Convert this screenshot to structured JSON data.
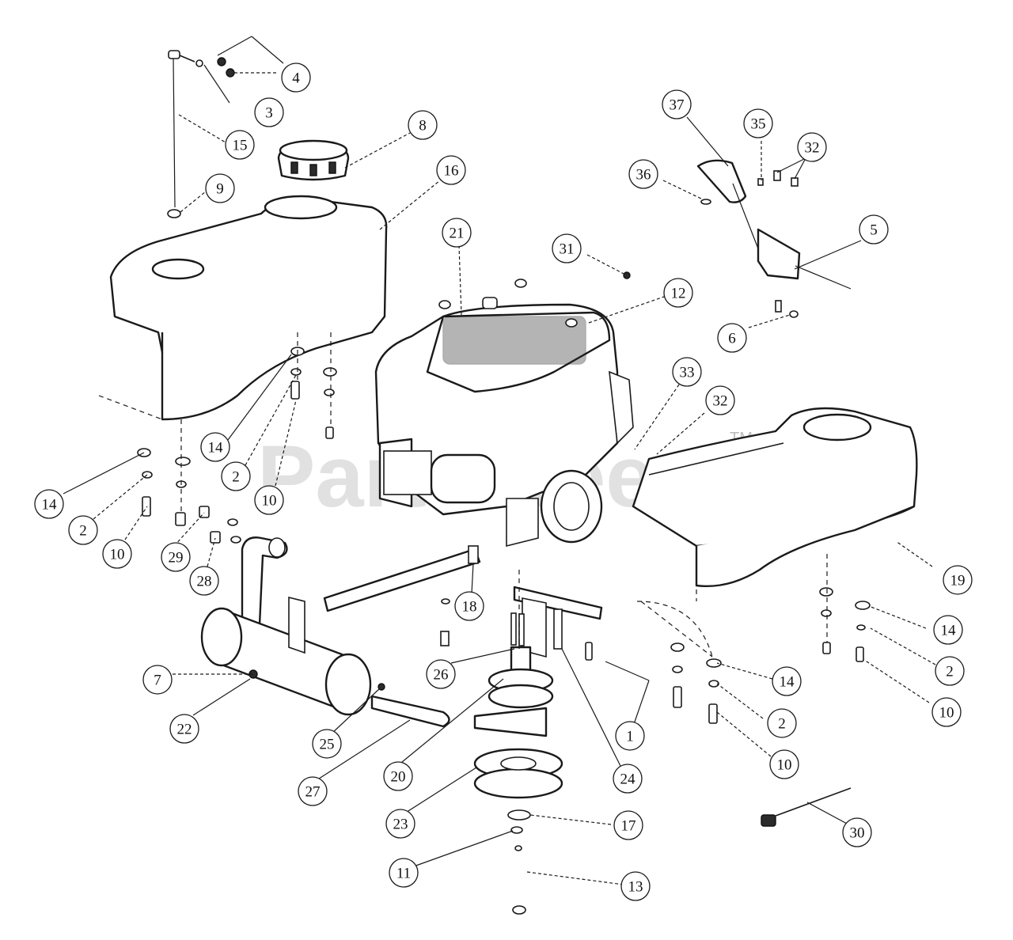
{
  "watermark": {
    "text": "PartsTree",
    "tm": "TM"
  },
  "callouts": [
    {
      "id": "c4",
      "label": "4"
    },
    {
      "id": "c3",
      "label": "3"
    },
    {
      "id": "c15",
      "label": "15"
    },
    {
      "id": "c8",
      "label": "8"
    },
    {
      "id": "c9",
      "label": "9"
    },
    {
      "id": "c16",
      "label": "16"
    },
    {
      "id": "c21",
      "label": "21"
    },
    {
      "id": "c31",
      "label": "31"
    },
    {
      "id": "c12",
      "label": "12"
    },
    {
      "id": "c37",
      "label": "37"
    },
    {
      "id": "c35",
      "label": "35"
    },
    {
      "id": "c32a",
      "label": "32"
    },
    {
      "id": "c36",
      "label": "36"
    },
    {
      "id": "c5",
      "label": "5"
    },
    {
      "id": "c6",
      "label": "6"
    },
    {
      "id": "c33",
      "label": "33"
    },
    {
      "id": "c32b",
      "label": "32"
    },
    {
      "id": "c14a",
      "label": "14"
    },
    {
      "id": "c2a",
      "label": "2"
    },
    {
      "id": "c10a",
      "label": "10"
    },
    {
      "id": "c14b",
      "label": "14"
    },
    {
      "id": "c2b",
      "label": "2"
    },
    {
      "id": "c10b",
      "label": "10"
    },
    {
      "id": "c29",
      "label": "29"
    },
    {
      "id": "c28",
      "label": "28"
    },
    {
      "id": "c18",
      "label": "18"
    },
    {
      "id": "c19",
      "label": "19"
    },
    {
      "id": "c14c",
      "label": "14"
    },
    {
      "id": "c2c",
      "label": "2"
    },
    {
      "id": "c10c",
      "label": "10"
    },
    {
      "id": "c7",
      "label": "7"
    },
    {
      "id": "c26",
      "label": "26"
    },
    {
      "id": "c14d",
      "label": "14"
    },
    {
      "id": "c2d",
      "label": "2"
    },
    {
      "id": "c10d",
      "label": "10"
    },
    {
      "id": "c22",
      "label": "22"
    },
    {
      "id": "c25",
      "label": "25"
    },
    {
      "id": "c1",
      "label": "1"
    },
    {
      "id": "c27",
      "label": "27"
    },
    {
      "id": "c20",
      "label": "20"
    },
    {
      "id": "c24",
      "label": "24"
    },
    {
      "id": "c23",
      "label": "23"
    },
    {
      "id": "c17",
      "label": "17"
    },
    {
      "id": "c30",
      "label": "30"
    },
    {
      "id": "c11",
      "label": "11"
    },
    {
      "id": "c13",
      "label": "13"
    }
  ]
}
